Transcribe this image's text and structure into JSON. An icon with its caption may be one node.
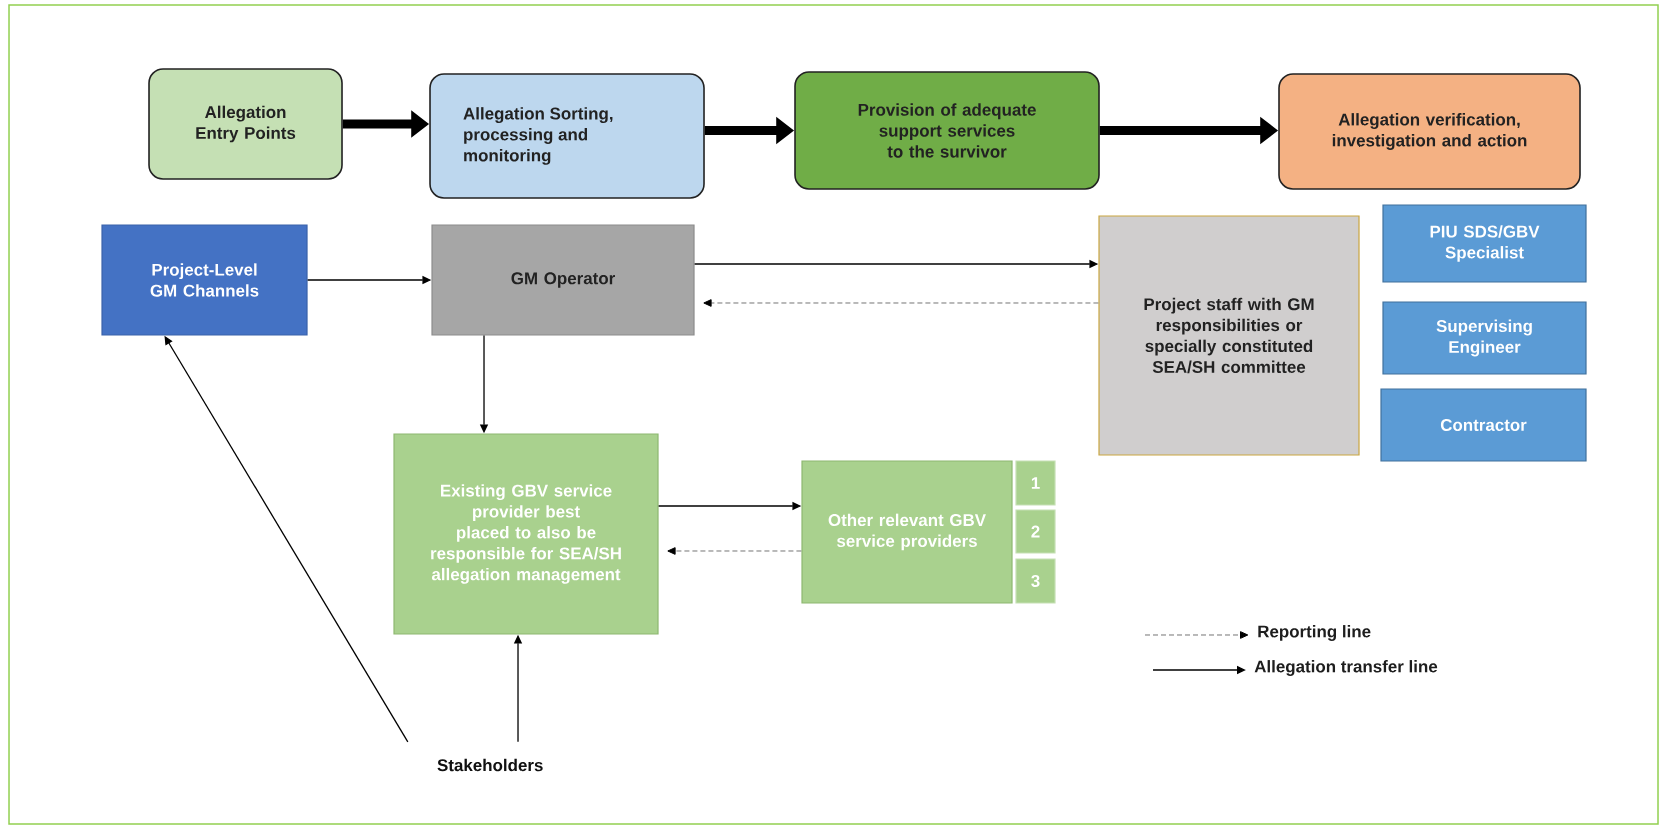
{
  "diagram": {
    "nodes": [
      {
        "text": [
          "Allegation Entry Points"
        ]
      },
      {
        "text": [
          "Allegation Sorting, processing and monitoring"
        ]
      },
      {
        "text": [
          "Provision of adequate support services to the survivor"
        ]
      },
      {
        "text": [
          "Allegation verification, investigation and action"
        ]
      },
      {
        "text": [
          "Project-Level GM Channels"
        ]
      },
      {
        "text": [
          "GM Operator"
        ]
      },
      {
        "text": [
          "Project staff with GM responsibilities or specially constituted SEA/SH committee"
        ]
      },
      {
        "text": [
          "PIU SDS/GBV Specialist"
        ]
      },
      {
        "text": [
          "Supervising Engineer"
        ]
      },
      {
        "text": [
          "Contractor"
        ]
      },
      {
        "text": [
          "Existing GBV service provider best placed to also be responsible for SEA/SH allegation management"
        ]
      },
      {
        "text": [
          "Other relevant GBV service providers"
        ]
      },
      {
        "text": [
          "1"
        ]
      },
      {
        "text": [
          "2"
        ]
      },
      {
        "text": [
          "3"
        ]
      },
      {
        "text": [
          "Stakeholders"
        ]
      }
    ],
    "edges": [
      {
        "from": 0,
        "to": 1,
        "arrow": "to",
        "style": "thick"
      },
      {
        "from": 1,
        "to": 2,
        "arrow": "to",
        "style": "thick"
      },
      {
        "from": 2,
        "to": 3,
        "arrow": "to",
        "style": "thick"
      },
      {
        "from": 4,
        "to": 5,
        "arrow": "to"
      },
      {
        "from": 5,
        "to": 6,
        "arrow": "to"
      },
      {
        "from": 6,
        "to": 5,
        "arrow": "to",
        "style": "dashed",
        "color": "#737373"
      },
      {
        "from": 5,
        "to": 10,
        "arrow": "to"
      },
      {
        "from": 10,
        "to": 11,
        "arrow": "to"
      },
      {
        "from": 11,
        "to": 10,
        "arrow": "to",
        "style": "dashed",
        "color": "#737373"
      },
      {
        "from": 15,
        "to": 4,
        "arrow": "to"
      },
      {
        "from": 15,
        "to": 10,
        "arrow": "to"
      }
    ],
    "legend": [
      {
        "text": "Reporting line"
      },
      {
        "text": "Allegation transfer line"
      }
    ]
  }
}
